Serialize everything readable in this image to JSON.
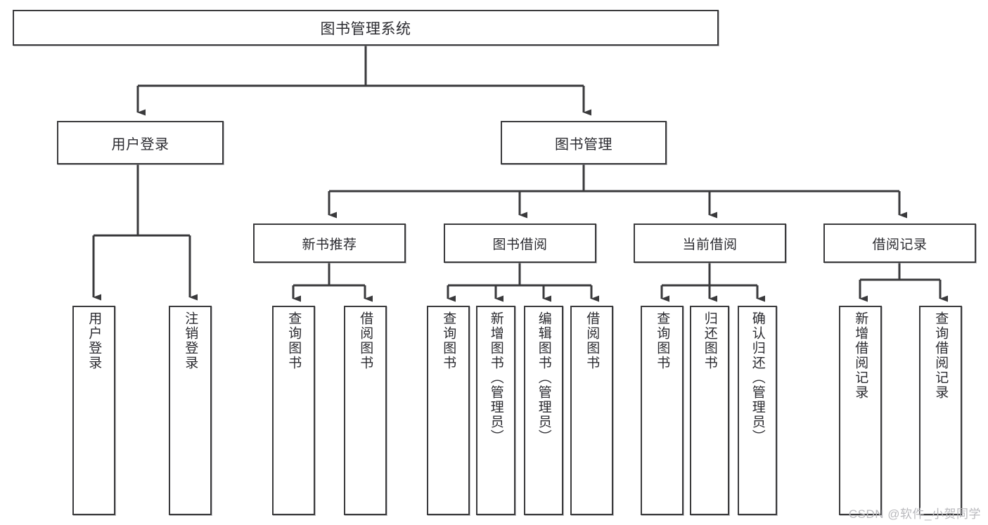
{
  "diagram": {
    "title": "图书管理系统",
    "watermark": "CSDN @软件_小贺同学",
    "nodes": {
      "root": "图书管理系统",
      "user_login": "用户登录",
      "book_manage": "图书管理",
      "new_book_rec": "新书推荐",
      "book_borrow": "图书借阅",
      "current_borrow": "当前借阅",
      "borrow_record": "借阅记录",
      "leaf_user_login": "用户登录",
      "leaf_logout": "注销登录",
      "leaf_query_book_1": "查询图书",
      "leaf_borrow_book_1": "借阅图书",
      "leaf_query_book_2": "查询图书",
      "leaf_add_book_admin": "新增图书（管理员）",
      "leaf_edit_book_admin": "编辑图书（管理员）",
      "leaf_borrow_book_2": "借阅图书",
      "leaf_query_book_3": "查询图书",
      "leaf_return_book": "归还图书",
      "leaf_confirm_return_admin": "确认归还（管理员）",
      "leaf_add_borrow_record": "新增借阅记录",
      "leaf_query_borrow_record": "查询借阅记录"
    },
    "colors": {
      "stroke": "#3a3a3c",
      "text": "#2b2b30",
      "background": "#ffffff",
      "watermark": "#b9b9bd"
    }
  }
}
